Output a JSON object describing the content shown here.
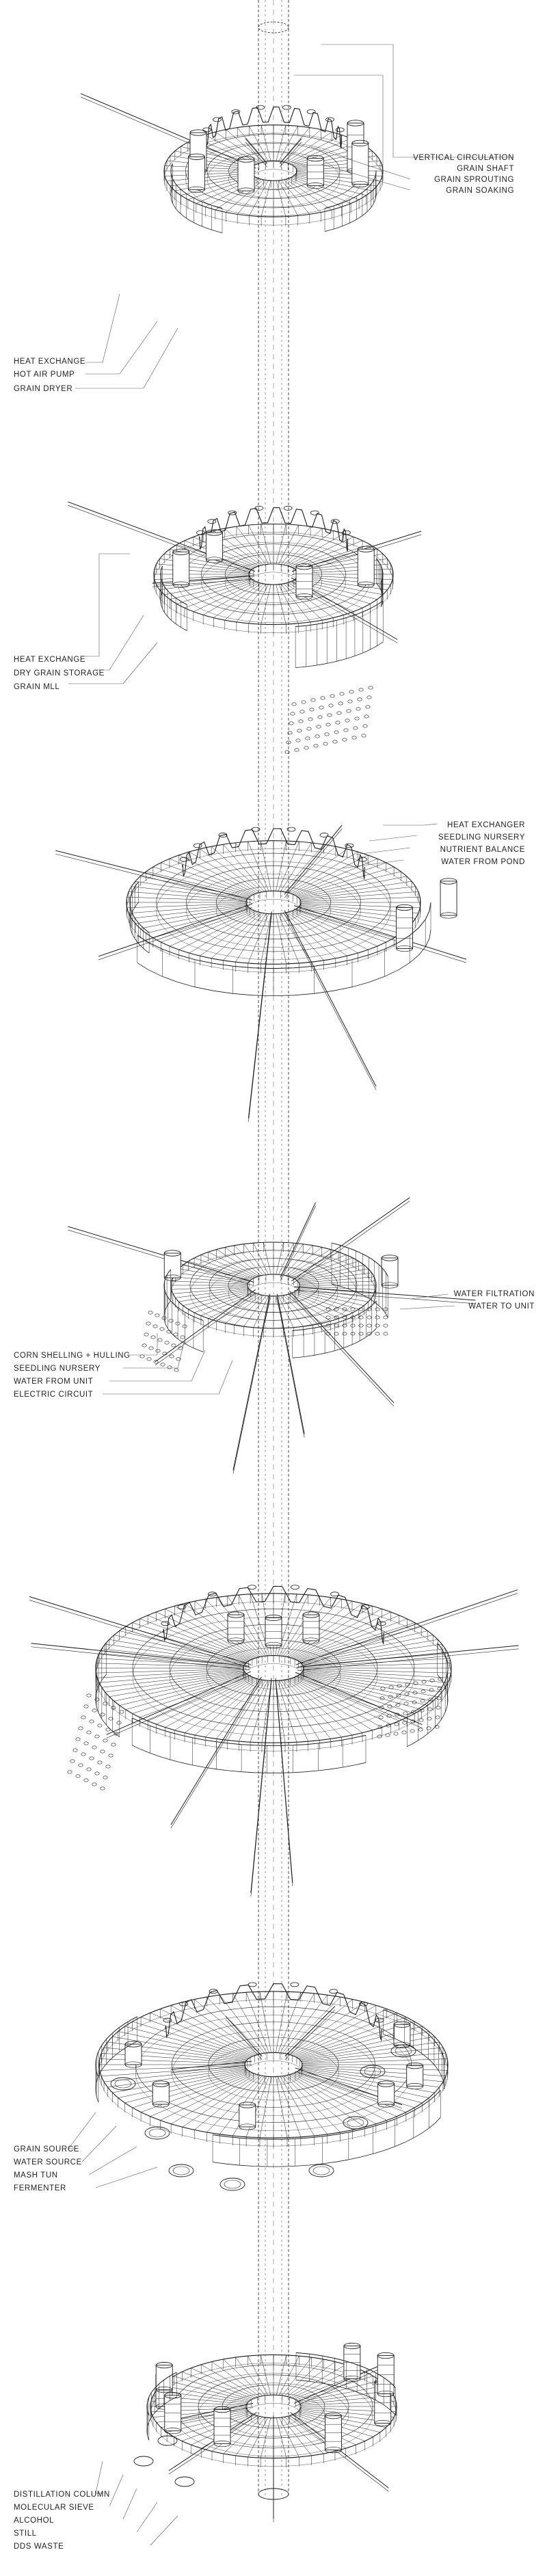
{
  "drawing": {
    "levels": [
      {
        "key": "level-1",
        "labels_left": [],
        "labels_right": [
          "VERTICAL CIRCULATION",
          "GRAIN SHAFT",
          "GRAIN SPROUTING",
          "GRAIN SOAKING"
        ]
      },
      {
        "key": "level-1b",
        "labels_left": [
          "HEAT EXCHANGE",
          "HOT AIR PUMP",
          "GRAIN DRYER"
        ],
        "labels_right": []
      },
      {
        "key": "level-2",
        "labels_left": [
          "HEAT EXCHANGE",
          "DRY GRAIN STORAGE",
          "GRAIN MLL"
        ],
        "labels_right": []
      },
      {
        "key": "level-3",
        "labels_left": [],
        "labels_right": [
          "HEAT EXCHANGER",
          "SEEDLING NURSERY",
          "NUTRIENT BALANCE",
          "WATER FROM POND"
        ]
      },
      {
        "key": "level-4",
        "labels_left": [
          "CORN SHELLING + HULLING",
          "SEEDLING NURSERY",
          "WATER FROM UNIT",
          "ELECTRIC CIRCUIT"
        ],
        "labels_right": [
          "WATER FILTRATION",
          "WATER TO UNIT"
        ]
      },
      {
        "key": "level-6",
        "labels_left": [
          "GRAIN SOURCE",
          "WATER SOURCE",
          "MASH TUN",
          "FERMENTER"
        ],
        "labels_right": []
      },
      {
        "key": "level-7",
        "labels_left": [
          "DISTILLATION COLUMN",
          "MOLECULAR SIEVE",
          "ALCOHOL",
          "STILL",
          "DDS WASTE"
        ],
        "labels_right": []
      }
    ],
    "colors": {
      "ink": "#1d1d1d",
      "paper": "#ffffff",
      "hairline": "#555555"
    }
  }
}
